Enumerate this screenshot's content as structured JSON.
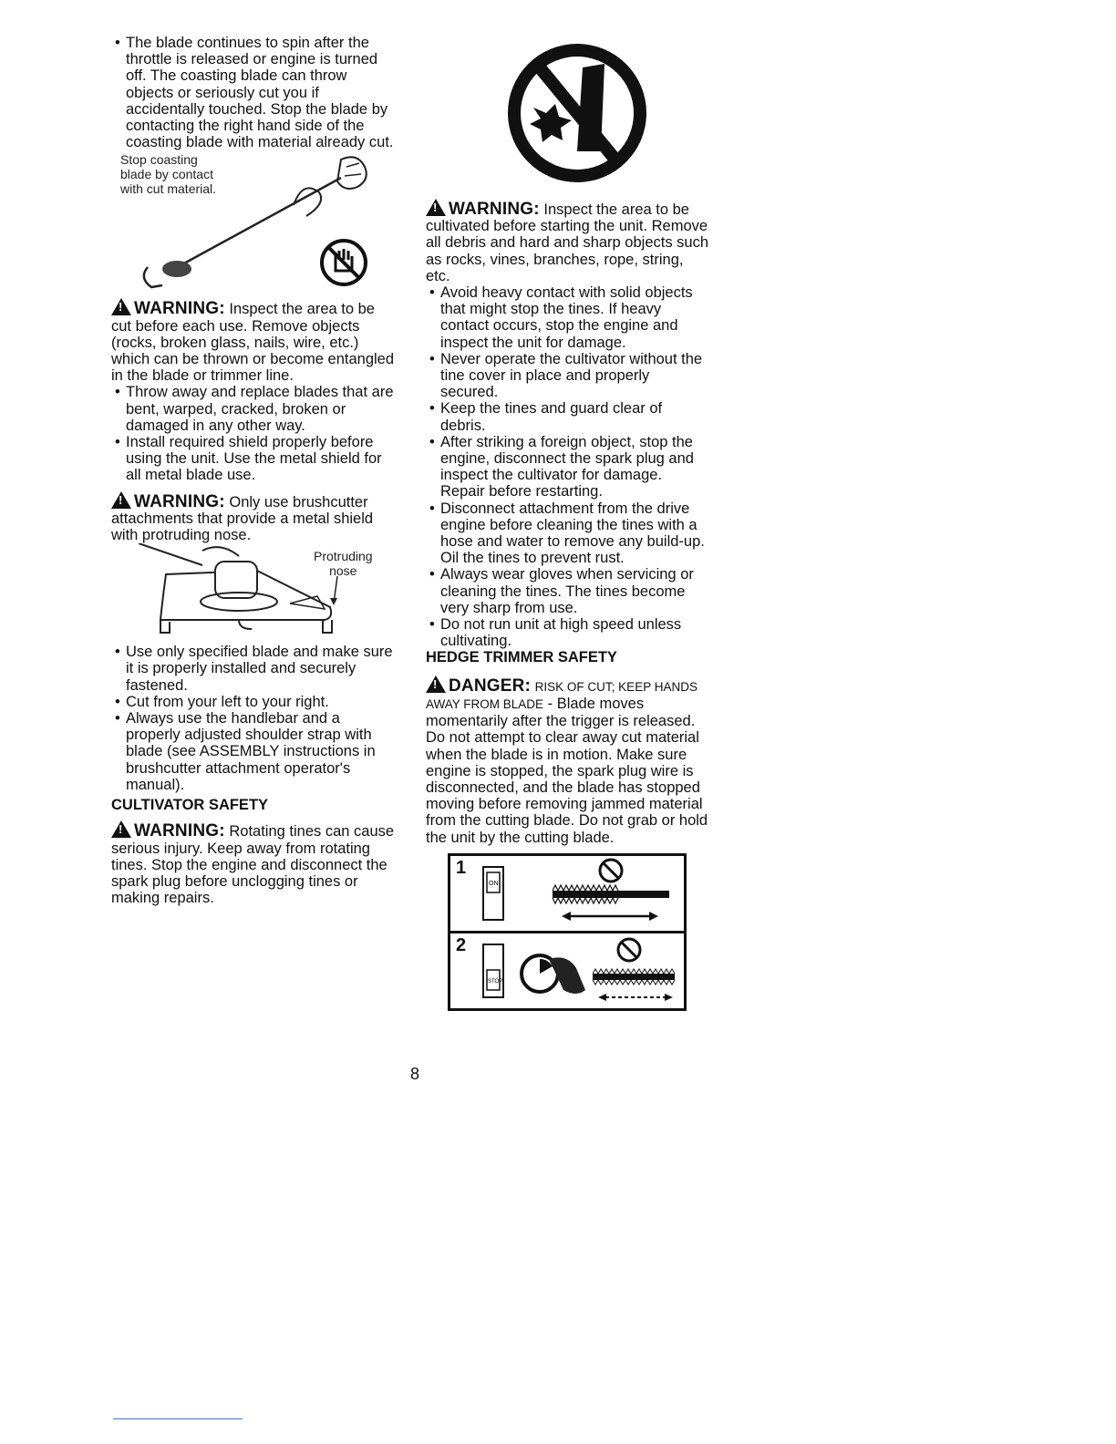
{
  "left": {
    "intro_bullet": "The blade continues to spin after the throttle is released or engine is turned off. The coasting blade can throw objects or seriously cut you if accidentally touched. Stop the blade by contacting the right hand side of the coasting blade with material already cut.",
    "fig1_caption": [
      "Stop coasting",
      "blade by contact",
      "with cut material."
    ],
    "warning1_label": "WARNING:",
    "warning1_text": "Inspect the area to be cut before each use. Remove objects (rocks, broken glass, nails, wire, etc.) which can be thrown or become entangled in the blade or trimmer line.",
    "bullets1": [
      "Throw away and replace blades that are bent, warped, cracked, broken or damaged in any other way.",
      "Install required shield properly before using the unit. Use the metal shield for all metal blade use."
    ],
    "warning2_label": "WARNING:",
    "warning2_text": "Only use brushcutter attachments that provide a metal shield with protruding nose.",
    "fig2_caption": [
      "Protruding",
      "nose"
    ],
    "bullets2": [
      "Use only specified blade and make sure it is properly installed and securely fastened.",
      "Cut from your left to your right.",
      "Always use the handlebar and a properly adjusted shoulder strap with blade (see ASSEMBLY instructions in brushcutter attachment operator's manual)."
    ],
    "cultivator_heading": "CULTIVATOR SAFETY",
    "warning3_label": "WARNING:",
    "warning3_text": "Rotating tines can cause serious injury. Keep away from rotating tines. Stop the engine and disconnect the spark plug before unclogging tines or making repairs."
  },
  "right": {
    "warning4_label": "WARNING:",
    "warning4_text": "Inspect the area to be cultivated before starting the unit. Remove all debris and hard and sharp objects such as rocks, vines, branches, rope, string, etc.",
    "bullets": [
      "Avoid heavy contact with solid objects that might stop the tines. If heavy contact occurs, stop the engine and inspect the unit for damage.",
      "Never operate the cultivator without the tine cover in place and properly secured.",
      "Keep the tines and guard clear of debris.",
      "After striking a foreign object, stop the engine, disconnect the spark plug and inspect the cultivator for damage. Repair before restarting.",
      "Disconnect attachment from the drive engine before cleaning the tines with a hose and water to remove any build-up. Oil the tines to prevent rust.",
      "Always wear gloves when servicing or cleaning the tines. The tines become very sharp from use.",
      "Do not run unit at high speed unless cultivating."
    ],
    "hedge_heading": "HEDGE TRIMMER SAFETY",
    "danger_label": "DANGER:",
    "danger_caps": "RISK OF CUT; KEEP HANDS AWAY FROM BLADE",
    "danger_text": "- Blade moves momentarily after the trigger is released. Do not attempt to clear away cut material when the blade is in motion. Make sure engine is stopped, the spark plug wire is disconnected, and the blade has stopped moving before removing jammed material from the cutting blade. Do not grab or hold the unit by the cutting blade.",
    "panel1_number": "1",
    "panel2_number": "2",
    "switch_on": "ON",
    "switch_stop": "STOP"
  },
  "page_number": "8"
}
